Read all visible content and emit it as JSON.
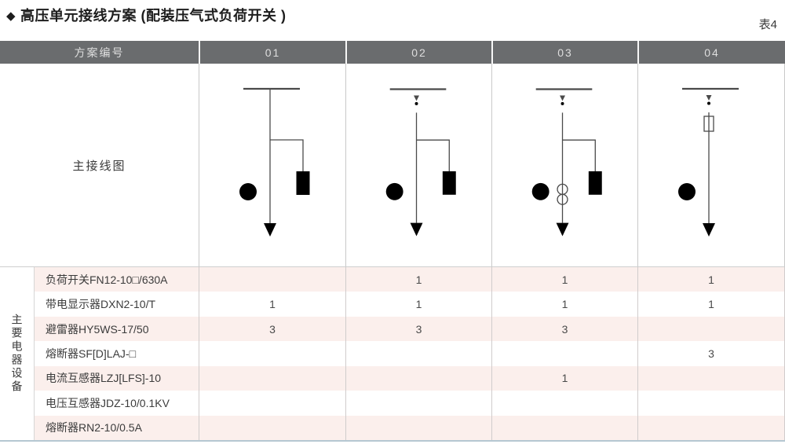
{
  "page": {
    "title_diamond": "◆",
    "title_text": "高压单元接线方案 (配装压气式负荷开关 )",
    "table_label": "表4"
  },
  "colors": {
    "header_bg": "#6a6c6e",
    "header_text": "#dedede",
    "stripe_pink": "#fbefec",
    "grid_line": "#c9c9c9",
    "diagram_stroke": "#4a4a4a",
    "bottom_border": "#b5c7d2"
  },
  "table": {
    "header": {
      "scheme_label": "方案编号",
      "schemes": [
        "01",
        "02",
        "03",
        "04"
      ]
    },
    "diagram_row_label": "主接线图",
    "equipment_group_label": "主要电器设备",
    "equipment_rows": [
      {
        "name": "负荷开关FN12-10□/630A",
        "values": [
          "",
          "1",
          "1",
          "1"
        ]
      },
      {
        "name": "带电显示器DXN2-10/T",
        "values": [
          "1",
          "1",
          "1",
          "1"
        ]
      },
      {
        "name": "避雷器HY5WS-17/50",
        "values": [
          "3",
          "3",
          "3",
          ""
        ]
      },
      {
        "name": "熔断器SF[D]LAJ-□",
        "values": [
          "",
          "",
          "",
          "3"
        ]
      },
      {
        "name": "电流互感器LZJ[LFS]-10",
        "values": [
          "",
          "",
          "1",
          ""
        ]
      },
      {
        "name": "电压互感器JDZ-10/0.1KV",
        "values": [
          "",
          "",
          "",
          ""
        ]
      },
      {
        "name": "熔断器RN2-10/0.5A",
        "values": [
          "",
          "",
          "",
          ""
        ]
      }
    ],
    "diagrams": [
      {
        "scheme": "01",
        "components": [
          "busbar",
          "live-display-device",
          "surge-arrester",
          "outgoing-feeder"
        ]
      },
      {
        "scheme": "02",
        "components": [
          "busbar",
          "load-switch",
          "live-display-device",
          "surge-arrester",
          "outgoing-feeder"
        ]
      },
      {
        "scheme": "03",
        "components": [
          "busbar",
          "load-switch",
          "live-display-device",
          "current-transformer",
          "surge-arrester",
          "outgoing-feeder"
        ]
      },
      {
        "scheme": "04",
        "components": [
          "busbar",
          "load-switch",
          "fuse",
          "live-display-device",
          "earthing-switch",
          "outgoing-feeder"
        ]
      }
    ]
  }
}
